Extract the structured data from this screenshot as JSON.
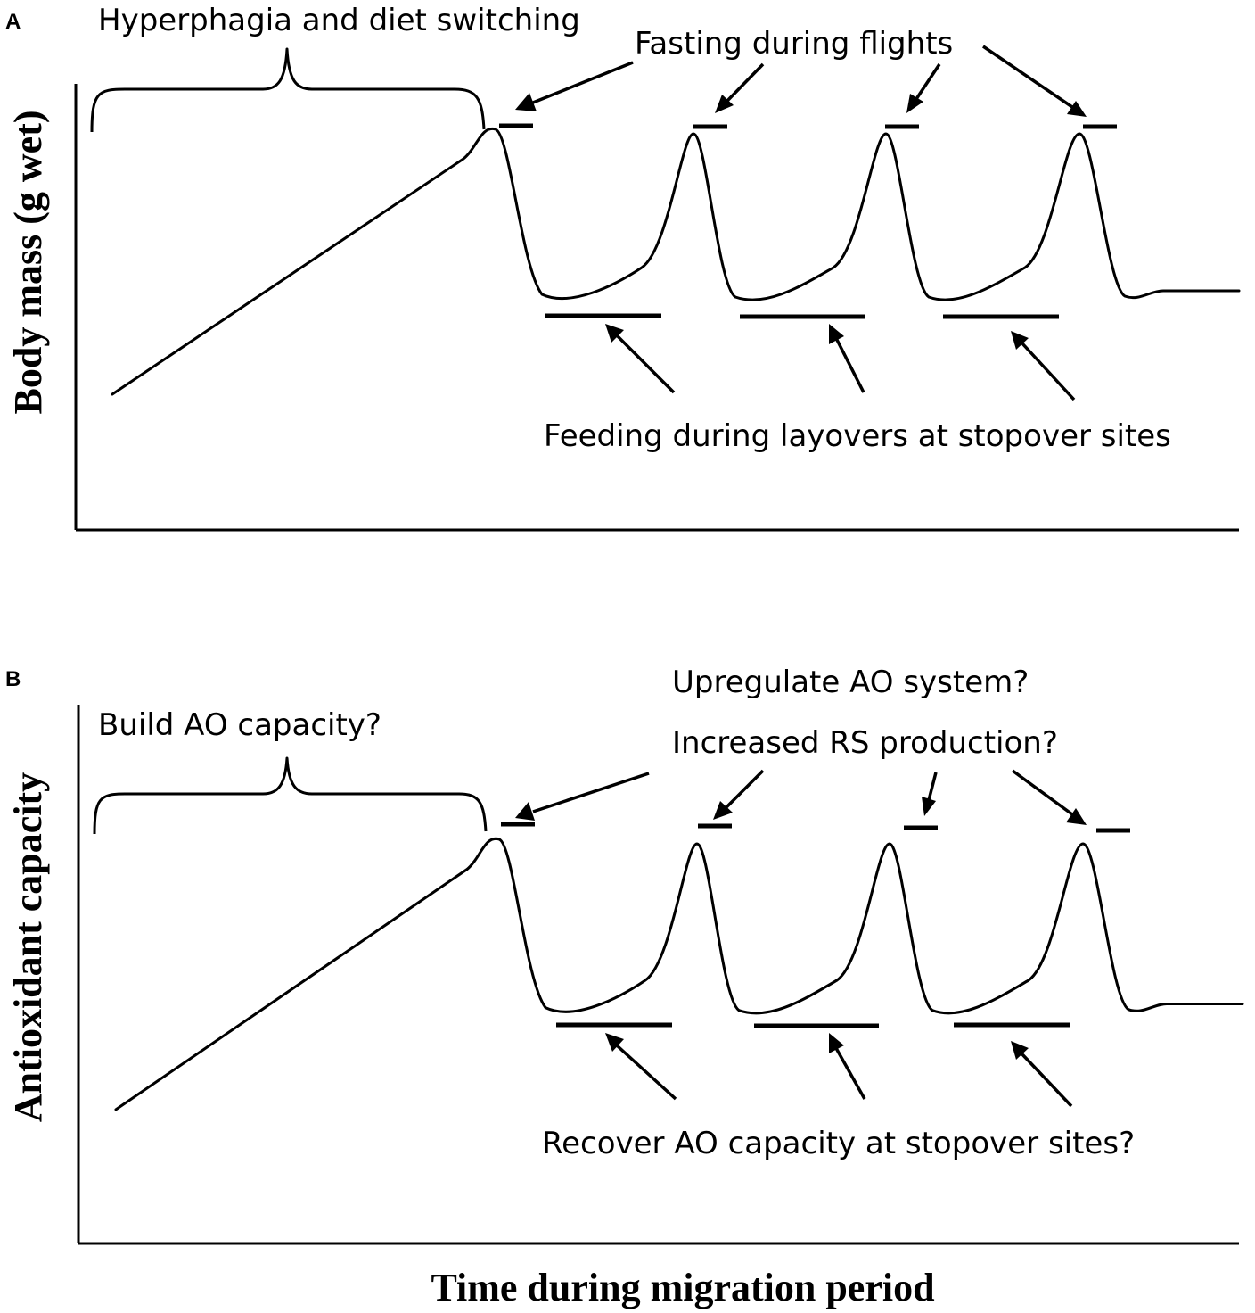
{
  "panel_a": {
    "letter": "A",
    "y_axis_label": "Body mass (g wet)",
    "brace_label": "Hyperphagia and diet switching",
    "upper_label": "Fasting during flights",
    "lower_label": "Feeding during layovers at stopover sites"
  },
  "panel_b": {
    "letter": "B",
    "y_axis_label": "Antioxidant capacity",
    "brace_label": "Build AO capacity?",
    "upper_label_1": "Upregulate AO system?",
    "upper_label_2": "Increased RS production?",
    "lower_label": "Recover AO capacity at stopover sites?"
  },
  "x_axis_label": "Time during migration period"
}
